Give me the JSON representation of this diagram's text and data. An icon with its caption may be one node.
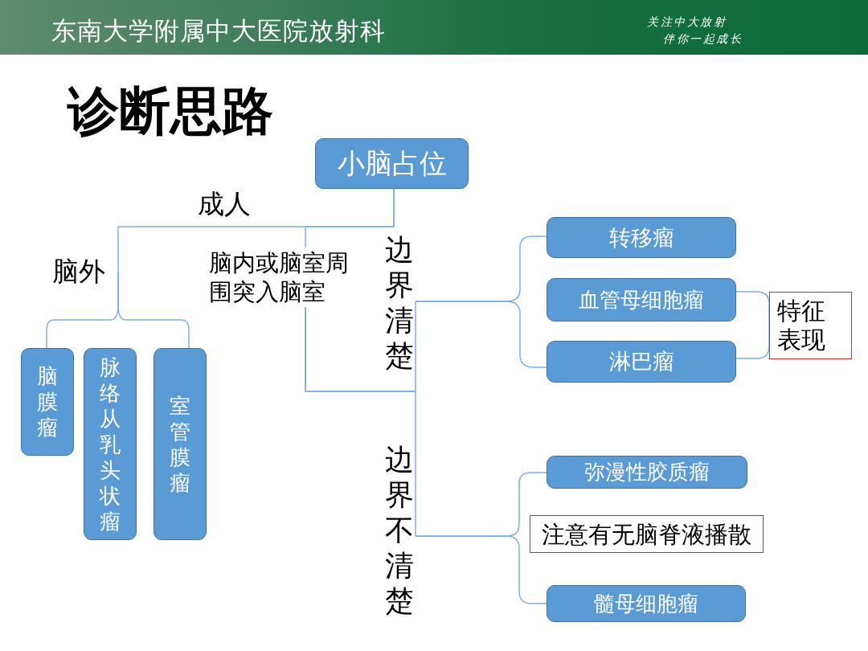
{
  "diagram": {
    "title": "诊断思路",
    "nodes": [
      {
        "text": [
          "小脑占位"
        ]
      },
      {
        "text": [
          "脑外"
        ]
      },
      {
        "text": [
          "脑内或脑室周围突入脑室"
        ]
      },
      {
        "text": [
          "脑膜瘤"
        ]
      },
      {
        "text": [
          "脉络从乳头状瘤"
        ]
      },
      {
        "text": [
          "室管膜瘤"
        ]
      },
      {
        "text": [
          "边界清楚"
        ]
      },
      {
        "text": [
          "边界不清楚"
        ]
      },
      {
        "text": [
          "转移瘤"
        ]
      },
      {
        "text": [
          "血管母细胞瘤"
        ]
      },
      {
        "text": [
          "淋巴瘤"
        ]
      },
      {
        "text": [
          "特征表现"
        ]
      },
      {
        "text": [
          "弥漫性胶质瘤"
        ]
      },
      {
        "text": [
          "注意有无脑脊液播散"
        ]
      },
      {
        "text": [
          "髓母细胞瘤"
        ]
      }
    ],
    "edges": [
      {
        "from": 0,
        "to": 1,
        "arrow": "none",
        "label": "成人"
      },
      {
        "from": 1,
        "to": 3,
        "arrow": "none"
      },
      {
        "from": 1,
        "to": 5,
        "arrow": "none"
      },
      {
        "from": 0,
        "to": 2,
        "arrow": "none"
      },
      {
        "from": 2,
        "to": 6,
        "arrow": "none"
      },
      {
        "from": 2,
        "to": 7,
        "arrow": "none"
      },
      {
        "from": 6,
        "to": 8,
        "arrow": "none"
      },
      {
        "from": 6,
        "to": 10,
        "arrow": "none"
      },
      {
        "from": 9,
        "to": 11,
        "arrow": "none"
      },
      {
        "from": 10,
        "to": 11,
        "arrow": "none"
      },
      {
        "from": 7,
        "to": 12,
        "arrow": "none"
      },
      {
        "from": 7,
        "to": 14,
        "arrow": "none"
      }
    ],
    "labels": [
      "东南大学附属中大医院放射科",
      "关注中大放射",
      "伴你一起成长"
    ]
  }
}
